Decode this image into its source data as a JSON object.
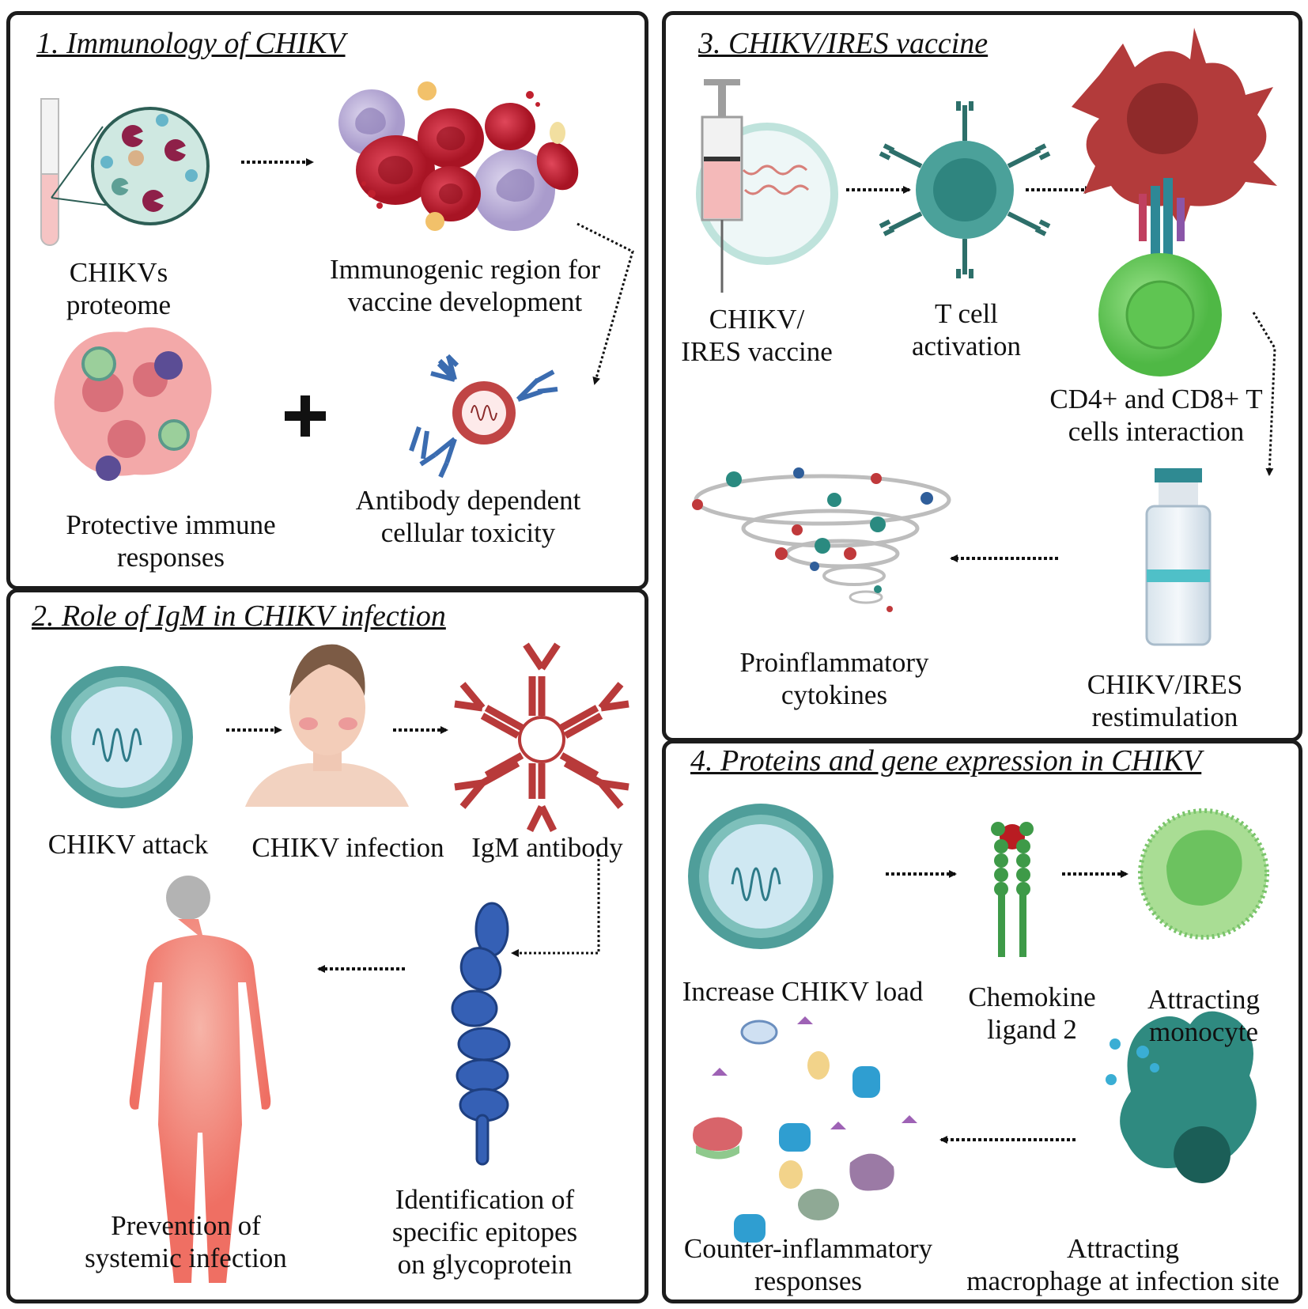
{
  "panels": {
    "p1": {
      "title": "1.  Immunology of CHIKV",
      "proteome": [
        "CHIKVs",
        "proteome"
      ],
      "immunogenic": [
        "Immunogenic region for",
        "vaccine development"
      ],
      "protective": [
        "Protective immune",
        "responses"
      ],
      "adcc": [
        "Antibody dependent",
        "cellular toxicity"
      ]
    },
    "p2": {
      "title": "2. Role of IgM in CHIKV  infection",
      "attack": "CHIKV attack",
      "infection": "CHIKV infection",
      "igm": "IgM antibody",
      "epitopes": [
        "Identification of",
        "specific epitopes",
        "on glycoprotein"
      ],
      "prevention": [
        "Prevention of",
        "systemic infection"
      ]
    },
    "p3": {
      "title": "3. CHIKV/IRES vaccine",
      "vaccine": [
        "CHIKV/",
        "IRES vaccine"
      ],
      "tcell": [
        "T cell",
        "activation"
      ],
      "cd4cd8": [
        "CD4+ and CD8+ T",
        "cells interaction"
      ],
      "restim": [
        "CHIKV/IRES",
        "restimulation"
      ],
      "cytokines": [
        "Proinflammatory",
        "cytokines"
      ]
    },
    "p4": {
      "title": "4. Proteins and gene expression in CHIKV",
      "load": "Increase CHIKV load",
      "chemokine": [
        "Chemokine",
        "ligand 2"
      ],
      "monocyte": [
        "Attracting",
        "monocyte"
      ],
      "macrophage": [
        "Attracting",
        "macrophage at infection site"
      ],
      "counter": [
        "Counter-inflammatory",
        "responses"
      ]
    }
  },
  "colors": {
    "virus_teal": "#4f9e9a",
    "virus_blue": "#a9d3e3",
    "blood_red": "#c0202e",
    "igm_red": "#b83a3a",
    "antibody_blue": "#3b6cb0",
    "tcell_green": "#6ccb5f",
    "dendritic_red": "#b33b3b",
    "macrophage_teal": "#2f8a80",
    "body_pink": "#f29a8e"
  }
}
